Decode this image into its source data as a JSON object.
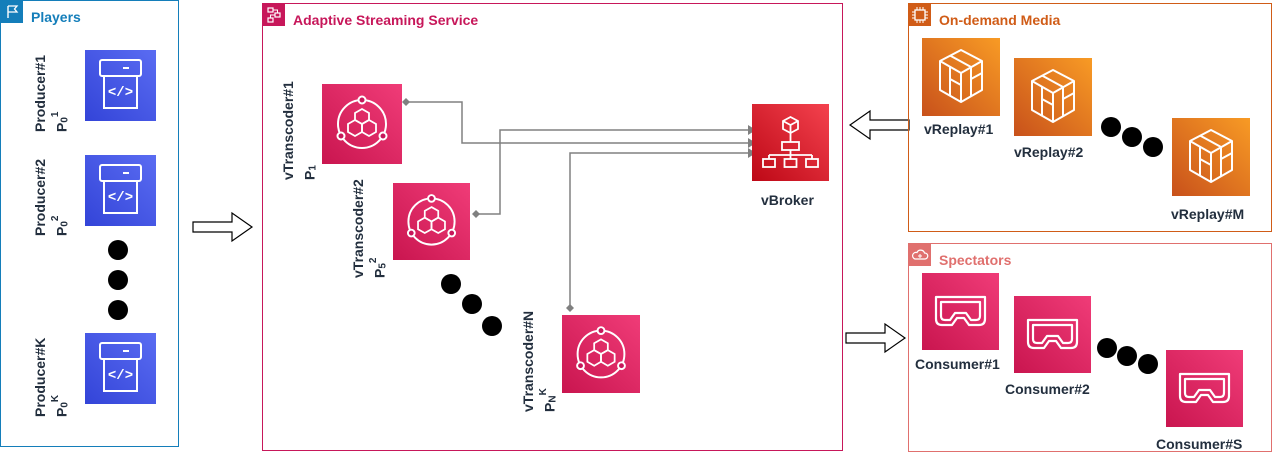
{
  "groups": {
    "players": "Players",
    "streaming": "Adaptive Streaming Service",
    "ondemand": "On-demand Media",
    "spectators": "Spectators"
  },
  "producers": [
    {
      "name": "Producer#1",
      "p": "P",
      "sub": "0",
      "sup": "1"
    },
    {
      "name": "Producer#2",
      "p": "P",
      "sub": "0",
      "sup": "2"
    },
    {
      "name": "Producer#K",
      "p": "P",
      "sub": "0",
      "sup": "K"
    }
  ],
  "transcoders": [
    {
      "name": "vTranscoder#1",
      "p": "P",
      "sub": "1",
      "sup": ""
    },
    {
      "name": "vTranscoder#2",
      "p": "P",
      "sub": "5",
      "sup": "2"
    },
    {
      "name": "vTranscoder#N",
      "p": "P",
      "sub": "N",
      "sup": "K"
    }
  ],
  "broker": "vBroker",
  "replays": [
    "vReplay#1",
    "vReplay#2",
    "vReplay#M"
  ],
  "consumers": [
    "Consumer#1",
    "Consumer#2",
    "Consumer#S"
  ],
  "colors": {
    "players": "#147eba",
    "streaming": "#c7175a",
    "ondemand": "#d05c17",
    "spectators": "#e0706e",
    "connector": "#808080"
  }
}
